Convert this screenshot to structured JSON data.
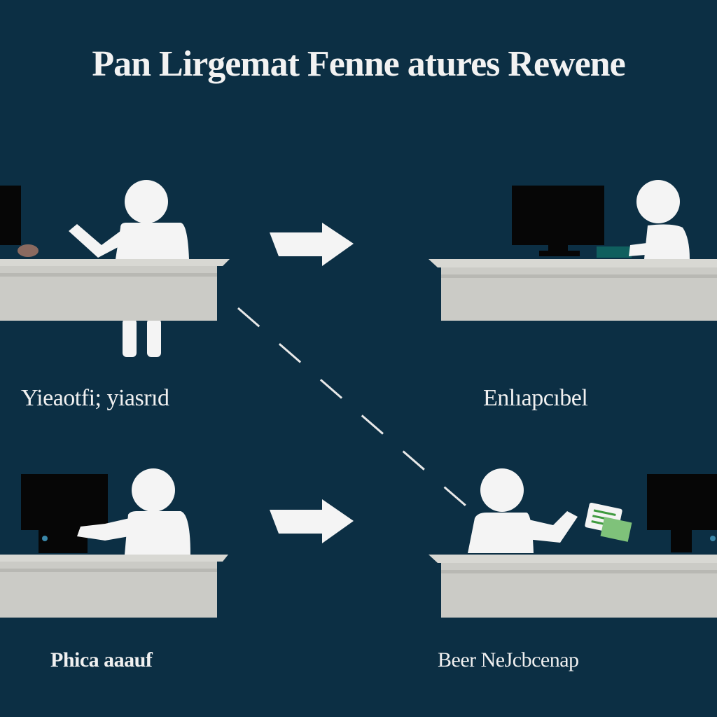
{
  "title": "Pan Lirgemat Fenne atures Rewene",
  "captions": {
    "top_left": "Yieaotfi; yiasrıd",
    "top_right": "Enlıapcıbel",
    "bottom_left": "Phica aaauf",
    "bottom_right": "Beer NeJcbcenap"
  },
  "colors": {
    "background": "#0c2f44",
    "desk": "#cbcbc6",
    "figure": "#f4f4f4",
    "monitor": "#060606"
  }
}
